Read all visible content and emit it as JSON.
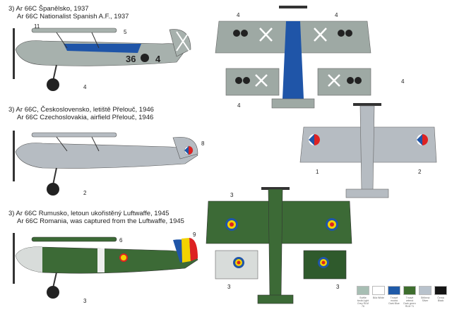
{
  "profiles": [
    {
      "line1": "3) Ar 66C Španělsko, 1937",
      "line2": "Ar 66C Nationalist Spanish A.F., 1937",
      "code": "36",
      "code2": "4",
      "callouts": [
        "11",
        "5",
        "4"
      ]
    },
    {
      "line1": "3) Ar 66C, Československo, letiště Přelouč, 1946",
      "line2": "Ar 66C Czechoslovakia, airfield Přelouč, 1946",
      "callouts": [
        "8",
        "2"
      ]
    },
    {
      "line1": "3) Ar 66C Rumusko, letoun ukořistěný Luftwaffe, 1945",
      "line2": "Ar 66C Romania, was captured from the Luftwaffe, 1945",
      "callouts": [
        "6",
        "9",
        "3"
      ]
    }
  ],
  "topviews": [
    {
      "callouts": [
        "4",
        "4",
        "4",
        "4"
      ]
    },
    {
      "callouts": [
        "1",
        "2"
      ]
    },
    {
      "callouts": [
        "3",
        "3",
        "3"
      ]
    }
  ],
  "colors": {
    "grey": "#9ea9a4",
    "green": "#3c6a36",
    "blue": "#1f55a8",
    "silver": "#c4c8cc"
  },
  "legend": [
    {
      "label": "Světle šedá Light Grey RLM 76",
      "color": "#a7beb3"
    },
    {
      "label": "Bílá White",
      "color": "#ffffff"
    },
    {
      "label": "Tmavě modrá Dark Blue",
      "color": "#1f5aa8"
    },
    {
      "label": "Tmavě zelená Dark green RLM 71",
      "color": "#3e6e2e"
    },
    {
      "label": "Stříbrná Silver",
      "color": "#b8c2cc"
    },
    {
      "label": "Černá Black",
      "color": "#151515"
    }
  ]
}
